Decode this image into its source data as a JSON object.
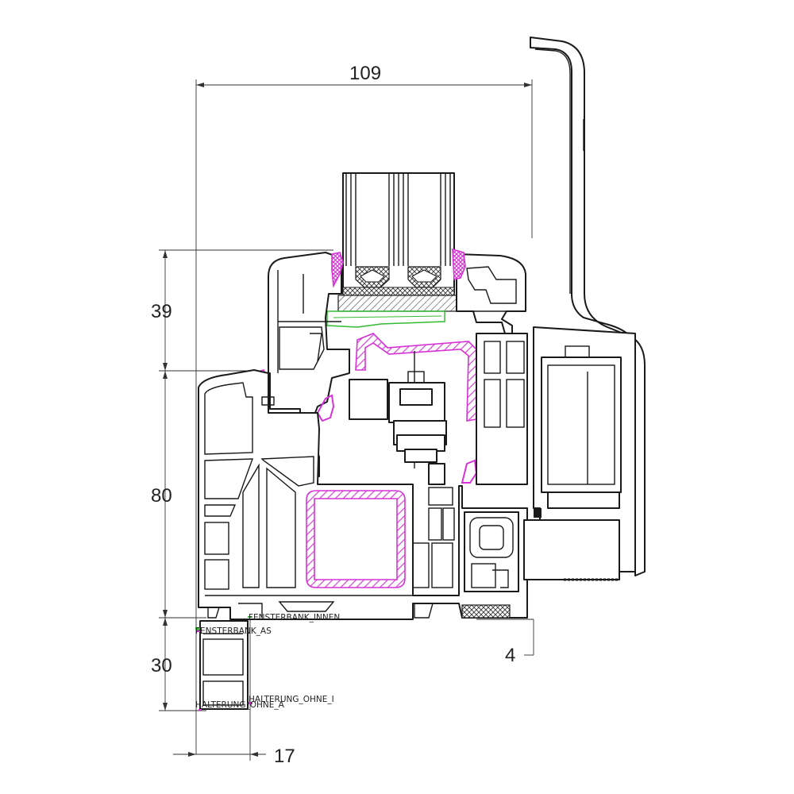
{
  "dimensions": {
    "top_width": "109",
    "upper_height": "39",
    "main_height": "80",
    "lower_height": "30",
    "bottom_width": "17",
    "right_offset": "4"
  },
  "labels": {
    "fensterbank_innen": "FENSTERBANK_INNEN",
    "fensterbank_as": "FENSTERBANK_AS",
    "halterung_ohne_i": "HALTERUNG_OHNE_I",
    "halterung_ohne_a": "HALTERUNG_OHNE_A"
  },
  "colors": {
    "outline": "#1a1a1a",
    "seal": "#d633d6",
    "reinforcement": "#d633d6",
    "glazing_bead_gasket": "#33bb33",
    "hatch_dark": "#444444"
  }
}
